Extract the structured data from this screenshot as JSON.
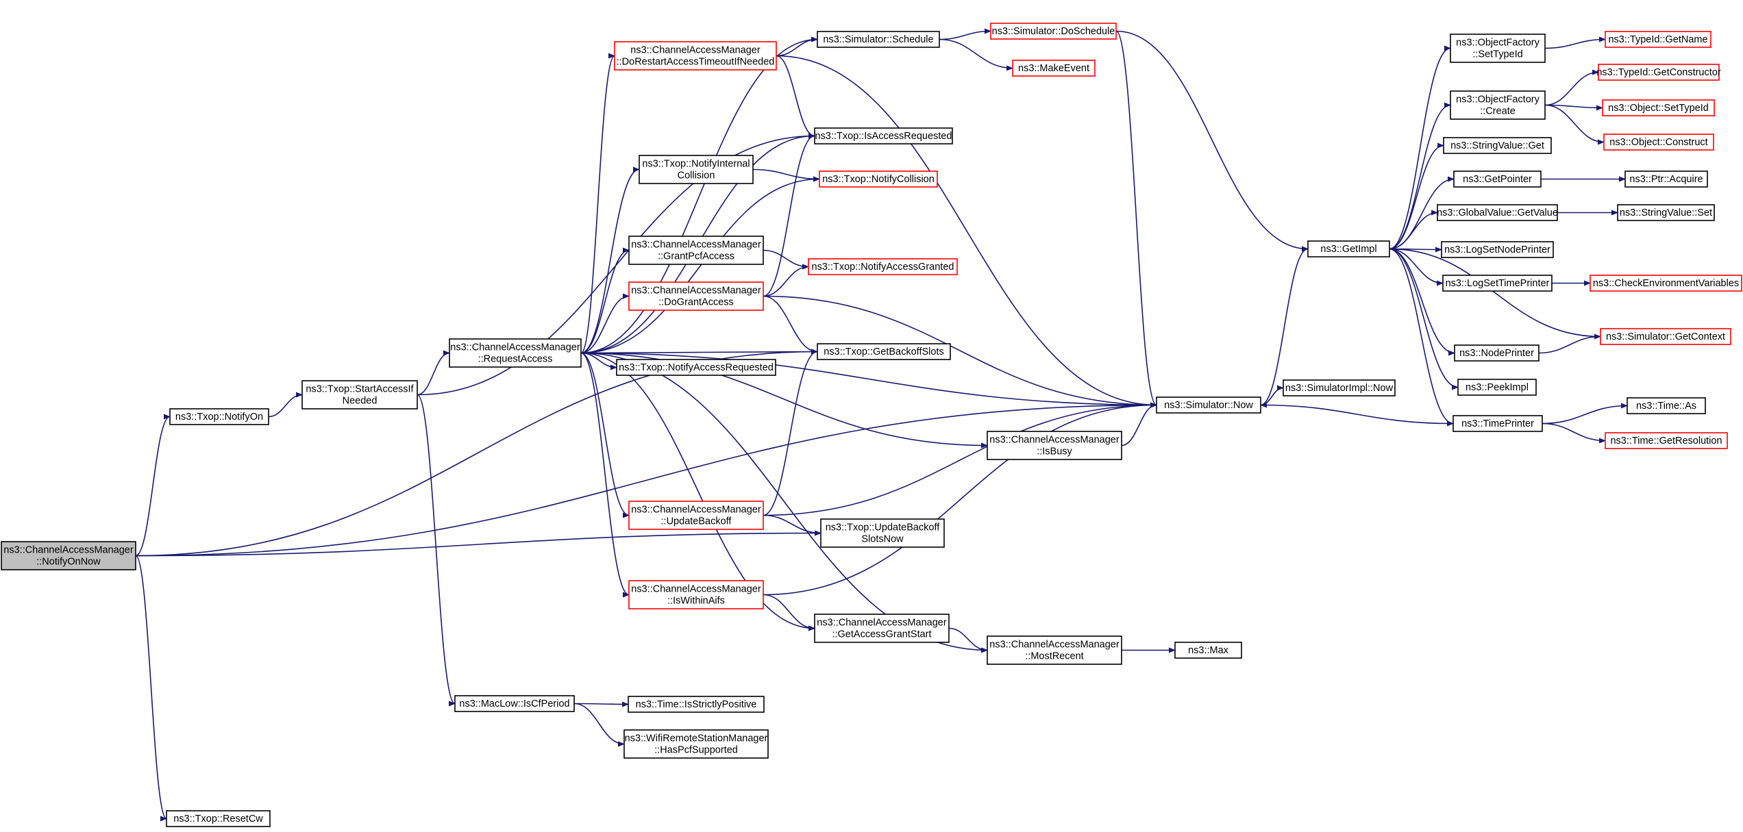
{
  "nodes": [
    {
      "id": "root",
      "lines": [
        "ns3::ChannelAccessManager",
        "::NotifyOnNow"
      ],
      "border": "root"
    },
    {
      "id": "notifyon",
      "lines": [
        "ns3::Txop::NotifyOn"
      ],
      "border": "black"
    },
    {
      "id": "startaccess",
      "lines": [
        "ns3::Txop::StartAccessIf",
        "Needed"
      ],
      "border": "black"
    },
    {
      "id": "resetcw",
      "lines": [
        "ns3::Txop::ResetCw"
      ],
      "border": "black"
    },
    {
      "id": "requestaccess",
      "lines": [
        "ns3::ChannelAccessManager",
        "::RequestAccess"
      ],
      "border": "black"
    },
    {
      "id": "iscfperiod",
      "lines": [
        "ns3::MacLow::IsCfPeriod"
      ],
      "border": "black"
    },
    {
      "id": "dorestart",
      "lines": [
        "ns3::ChannelAccessManager",
        "::DoRestartAccessTimeoutIfNeeded"
      ],
      "border": "red"
    },
    {
      "id": "notifyinternal",
      "lines": [
        "ns3::Txop::NotifyInternal",
        "Collision"
      ],
      "border": "black"
    },
    {
      "id": "grantpcf",
      "lines": [
        "ns3::ChannelAccessManager",
        "::GrantPcfAccess"
      ],
      "border": "black"
    },
    {
      "id": "dogrant",
      "lines": [
        "ns3::ChannelAccessManager",
        "::DoGrantAccess"
      ],
      "border": "red"
    },
    {
      "id": "notifyaccessreq",
      "lines": [
        "ns3::Txop::NotifyAccessRequested"
      ],
      "border": "black"
    },
    {
      "id": "updatebackoff",
      "lines": [
        "ns3::ChannelAccessManager",
        "::UpdateBackoff"
      ],
      "border": "red"
    },
    {
      "id": "iswithinaifs",
      "lines": [
        "ns3::ChannelAccessManager",
        "::IsWithinAifs"
      ],
      "border": "red"
    },
    {
      "id": "isstrictly",
      "lines": [
        "ns3::Time::IsStrictlyPositive"
      ],
      "border": "black"
    },
    {
      "id": "haspcf",
      "lines": [
        "ns3::WifiRemoteStationManager",
        "::HasPcfSupported"
      ],
      "border": "black"
    },
    {
      "id": "schedule",
      "lines": [
        "ns3::Simulator::Schedule"
      ],
      "border": "black"
    },
    {
      "id": "isaccessreq",
      "lines": [
        "ns3::Txop::IsAccessRequested"
      ],
      "border": "black"
    },
    {
      "id": "notifycollision",
      "lines": [
        "ns3::Txop::NotifyCollision"
      ],
      "border": "red"
    },
    {
      "id": "notifygranted",
      "lines": [
        "ns3::Txop::NotifyAccessGranted"
      ],
      "border": "red"
    },
    {
      "id": "getbackoff",
      "lines": [
        "ns3::Txop::GetBackoffSlots"
      ],
      "border": "black"
    },
    {
      "id": "updatebackoffslots",
      "lines": [
        "ns3::Txop::UpdateBackoff",
        "SlotsNow"
      ],
      "border": "black"
    },
    {
      "id": "getaccessgrant",
      "lines": [
        "ns3::ChannelAccessManager",
        "::GetAccessGrantStart"
      ],
      "border": "black"
    },
    {
      "id": "doschedule",
      "lines": [
        "ns3::Simulator::DoSchedule"
      ],
      "border": "red"
    },
    {
      "id": "makeevent",
      "lines": [
        "ns3::MakeEvent"
      ],
      "border": "red"
    },
    {
      "id": "isbusy",
      "lines": [
        "ns3::ChannelAccessManager",
        "::IsBusy"
      ],
      "border": "black"
    },
    {
      "id": "mostrecent",
      "lines": [
        "ns3::ChannelAccessManager",
        "::MostRecent"
      ],
      "border": "black"
    },
    {
      "id": "now",
      "lines": [
        "ns3::Simulator::Now"
      ],
      "border": "black"
    },
    {
      "id": "max",
      "lines": [
        "ns3::Max"
      ],
      "border": "black"
    },
    {
      "id": "implnow",
      "lines": [
        "ns3::SimulatorImpl::Now"
      ],
      "border": "black"
    },
    {
      "id": "getimpl",
      "lines": [
        "ns3::GetImpl"
      ],
      "border": "black"
    },
    {
      "id": "settypeid",
      "lines": [
        "ns3::ObjectFactory",
        "::SetTypeId"
      ],
      "border": "black"
    },
    {
      "id": "create",
      "lines": [
        "ns3::ObjectFactory",
        "::Create"
      ],
      "border": "black"
    },
    {
      "id": "strget",
      "lines": [
        "ns3::StringValue::Get"
      ],
      "border": "black"
    },
    {
      "id": "getpointer",
      "lines": [
        "ns3::GetPointer"
      ],
      "border": "black"
    },
    {
      "id": "globalget",
      "lines": [
        "ns3::GlobalValue::GetValue"
      ],
      "border": "black"
    },
    {
      "id": "lognode",
      "lines": [
        "ns3::LogSetNodePrinter"
      ],
      "border": "black"
    },
    {
      "id": "logtime",
      "lines": [
        "ns3::LogSetTimePrinter"
      ],
      "border": "black"
    },
    {
      "id": "nodeprinter",
      "lines": [
        "ns3::NodePrinter"
      ],
      "border": "black"
    },
    {
      "id": "peekimpl",
      "lines": [
        "ns3::PeekImpl"
      ],
      "border": "black"
    },
    {
      "id": "timeprinter",
      "lines": [
        "ns3::TimePrinter"
      ],
      "border": "black"
    },
    {
      "id": "getname",
      "lines": [
        "ns3::TypeId::GetName"
      ],
      "border": "red"
    },
    {
      "id": "getctor",
      "lines": [
        "ns3::TypeId::GetConstructor"
      ],
      "border": "red"
    },
    {
      "id": "objsettypeid",
      "lines": [
        "ns3::Object::SetTypeId"
      ],
      "border": "red"
    },
    {
      "id": "construct",
      "lines": [
        "ns3::Object::Construct"
      ],
      "border": "red"
    },
    {
      "id": "acquire",
      "lines": [
        "ns3::Ptr::Acquire"
      ],
      "border": "black"
    },
    {
      "id": "strset",
      "lines": [
        "ns3::StringValue::Set"
      ],
      "border": "black"
    },
    {
      "id": "checkenv",
      "lines": [
        "ns3::CheckEnvironmentVariables"
      ],
      "border": "red"
    },
    {
      "id": "getcontext",
      "lines": [
        "ns3::Simulator::GetContext"
      ],
      "border": "red"
    },
    {
      "id": "timeas",
      "lines": [
        "ns3::Time::As"
      ],
      "border": "black"
    },
    {
      "id": "getres",
      "lines": [
        "ns3::Time::GetResolution"
      ],
      "border": "red"
    }
  ],
  "edges": [
    [
      "root",
      "notifyon"
    ],
    [
      "root",
      "getbackoff"
    ],
    [
      "root",
      "updatebackoffslots"
    ],
    [
      "root",
      "now"
    ],
    [
      "root",
      "resetcw"
    ],
    [
      "notifyon",
      "startaccess"
    ],
    [
      "startaccess",
      "requestaccess"
    ],
    [
      "startaccess",
      "isaccessreq"
    ],
    [
      "startaccess",
      "iscfperiod"
    ],
    [
      "requestaccess",
      "schedule"
    ],
    [
      "requestaccess",
      "dorestart"
    ],
    [
      "requestaccess",
      "isaccessreq"
    ],
    [
      "requestaccess",
      "notifyinternal"
    ],
    [
      "requestaccess",
      "notifycollision"
    ],
    [
      "requestaccess",
      "grantpcf"
    ],
    [
      "requestaccess",
      "dogrant"
    ],
    [
      "requestaccess",
      "getbackoff"
    ],
    [
      "requestaccess",
      "notifyaccessreq"
    ],
    [
      "requestaccess",
      "now"
    ],
    [
      "requestaccess",
      "isbusy"
    ],
    [
      "requestaccess",
      "updatebackoff"
    ],
    [
      "requestaccess",
      "iswithinaifs"
    ],
    [
      "requestaccess",
      "getaccessgrant"
    ],
    [
      "requestaccess",
      "mostrecent"
    ],
    [
      "dorestart",
      "schedule"
    ],
    [
      "dorestart",
      "isaccessreq"
    ],
    [
      "dorestart",
      "now"
    ],
    [
      "notifyinternal",
      "notifycollision"
    ],
    [
      "grantpcf",
      "notifygranted"
    ],
    [
      "dogrant",
      "isaccessreq"
    ],
    [
      "dogrant",
      "notifygranted"
    ],
    [
      "dogrant",
      "getbackoff"
    ],
    [
      "dogrant",
      "now"
    ],
    [
      "updatebackoff",
      "getbackoff"
    ],
    [
      "updatebackoff",
      "updatebackoffslots"
    ],
    [
      "updatebackoff",
      "now"
    ],
    [
      "iswithinaifs",
      "getaccessgrant"
    ],
    [
      "iswithinaifs",
      "now"
    ],
    [
      "getaccessgrant",
      "mostrecent"
    ],
    [
      "mostrecent",
      "max"
    ],
    [
      "iscfperiod",
      "isstrictly"
    ],
    [
      "iscfperiod",
      "haspcf"
    ],
    [
      "schedule",
      "doschedule"
    ],
    [
      "schedule",
      "makeevent"
    ],
    [
      "doschedule",
      "getimpl"
    ],
    [
      "doschedule",
      "now"
    ],
    [
      "isbusy",
      "now"
    ],
    [
      "now",
      "implnow"
    ],
    [
      "now",
      "getimpl"
    ],
    [
      "getimpl",
      "settypeid"
    ],
    [
      "getimpl",
      "create"
    ],
    [
      "getimpl",
      "strget"
    ],
    [
      "getimpl",
      "getpointer"
    ],
    [
      "getimpl",
      "globalget"
    ],
    [
      "getimpl",
      "lognode"
    ],
    [
      "getimpl",
      "logtime"
    ],
    [
      "getimpl",
      "nodeprinter"
    ],
    [
      "getimpl",
      "peekimpl"
    ],
    [
      "getimpl",
      "timeprinter"
    ],
    [
      "getcontext",
      "getimpl"
    ],
    [
      "timeprinter",
      "now"
    ],
    [
      "settypeid",
      "getname"
    ],
    [
      "create",
      "getctor"
    ],
    [
      "create",
      "objsettypeid"
    ],
    [
      "create",
      "construct"
    ],
    [
      "getpointer",
      "acquire"
    ],
    [
      "globalget",
      "strset"
    ],
    [
      "logtime",
      "checkenv"
    ],
    [
      "nodeprinter",
      "getcontext"
    ],
    [
      "timeprinter",
      "timeas"
    ],
    [
      "timeprinter",
      "getres"
    ]
  ]
}
